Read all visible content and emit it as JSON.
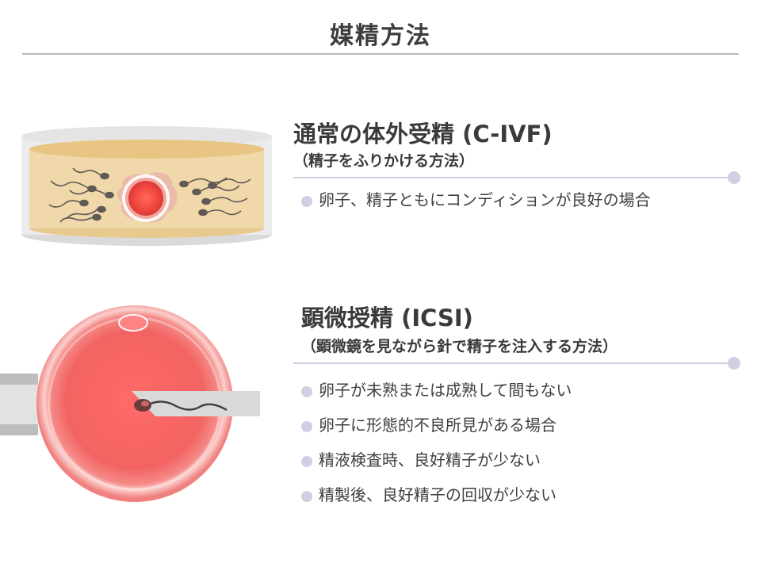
{
  "page": {
    "title": "媒精方法"
  },
  "colors": {
    "accent": "#d4cde3",
    "text": "#3d3d3d",
    "egg": "#ef5e5e",
    "dish_fill": "#f1d8aa"
  },
  "cards": [
    {
      "title": "通常の体外受精 (C-IVF)",
      "subtitle": "（精子をふりかける方法）",
      "bullets": [
        "卵子、精子ともにコンディションが良好の場合"
      ],
      "illustration": "petri-dish-icon"
    },
    {
      "title": "顕微授精 (ICSI)",
      "subtitle": "（顕微鏡を見ながら針で精子を注入する方法）",
      "bullets": [
        "卵子が未熟または成熟して間もない",
        "卵子に形態的不良所見がある場合",
        "精液検査時、良好精子が少ない",
        "精製後、良好精子の回収が少ない"
      ],
      "illustration": "microinjection-icon"
    }
  ]
}
